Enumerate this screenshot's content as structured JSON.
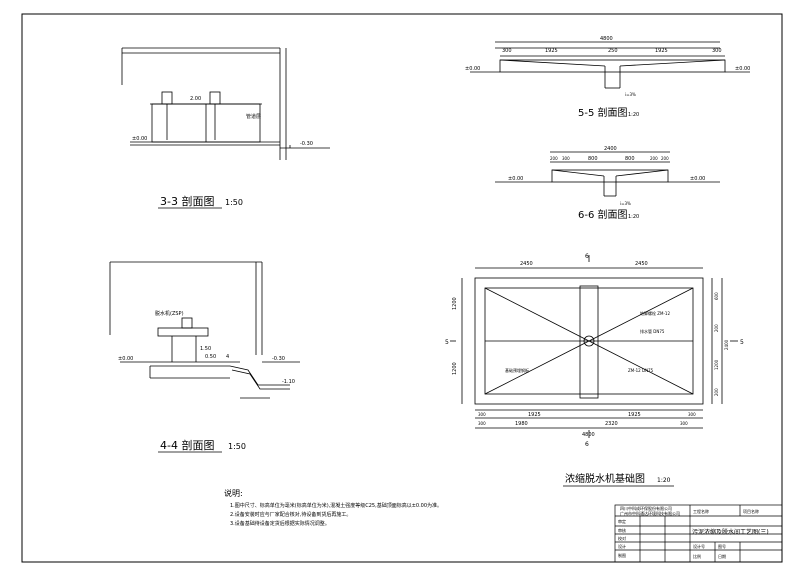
{
  "sections": {
    "s33": {
      "title": "3-3 剖面图",
      "scale": "1:50",
      "levels": [
        "±0.00",
        "-0.30"
      ],
      "dim": "2.00",
      "note": "管道层"
    },
    "s44": {
      "title": "4-4 剖面图",
      "scale": "1:50",
      "levels": [
        "±0.00",
        "-0.30",
        "-1.10"
      ],
      "label": "脱水机(ZSP)",
      "dims": [
        "1.50",
        "0.50",
        "4"
      ]
    },
    "s55": {
      "title": "5-5 剖面图",
      "scale": "1:20",
      "levels": [
        "±0.00",
        "±0.00"
      ],
      "dims": [
        "4800",
        "300",
        "1925",
        "250",
        "1925",
        "300"
      ],
      "note": "i=3%"
    },
    "s66": {
      "title": "6-6 剖面图",
      "scale": "1:20",
      "levels": [
        "±0.00",
        "±0.00"
      ],
      "dims": [
        "2400",
        "200",
        "300",
        "800",
        "800",
        "200",
        "200"
      ],
      "note": "i=3%"
    }
  },
  "plan": {
    "title": "浓缩脱水机基础图",
    "scale": "1:20",
    "top_dims": [
      "2450",
      "2450"
    ],
    "bottom_dims_1": [
      "300",
      "1925",
      "1925",
      "300"
    ],
    "bottom_dims_2": [
      "300",
      "1980",
      "2320",
      "300"
    ],
    "bottom_total": "4800",
    "left_dims": [
      "1200",
      "1200"
    ],
    "right_dims": [
      "600",
      "200",
      "2400",
      "1200",
      "200"
    ],
    "labels": [
      "地脚螺栓 ZM-12",
      "排水管 DN75",
      "基础预埋钢板",
      "ZM-12 DN75"
    ],
    "section_marks": [
      "6",
      "6",
      "5",
      "5"
    ]
  },
  "notes": {
    "heading": "说明:",
    "items": [
      "1.图中尺寸、标高单位为毫米(标高单位为米),混凝土强度等级C25,基础顶面标高以±0.00为准。",
      "2.设备安装时应与厂家配合核对,待设备到货后再施工。",
      "3.设备基础待设备定货后根据实际情况调整。"
    ]
  },
  "title_block": {
    "company": "四川中科成环保股份有限公司",
    "company2": "广州市中科通达环境科技有限公司",
    "drawing_title": "污泥浓缩及脱水间工艺图(三)",
    "rows": [
      "审定",
      "审核",
      "校对",
      "设计",
      "制图"
    ],
    "cells": [
      "工程名称",
      "项目名称",
      "设计号",
      "图号",
      "比例",
      "日期"
    ]
  }
}
